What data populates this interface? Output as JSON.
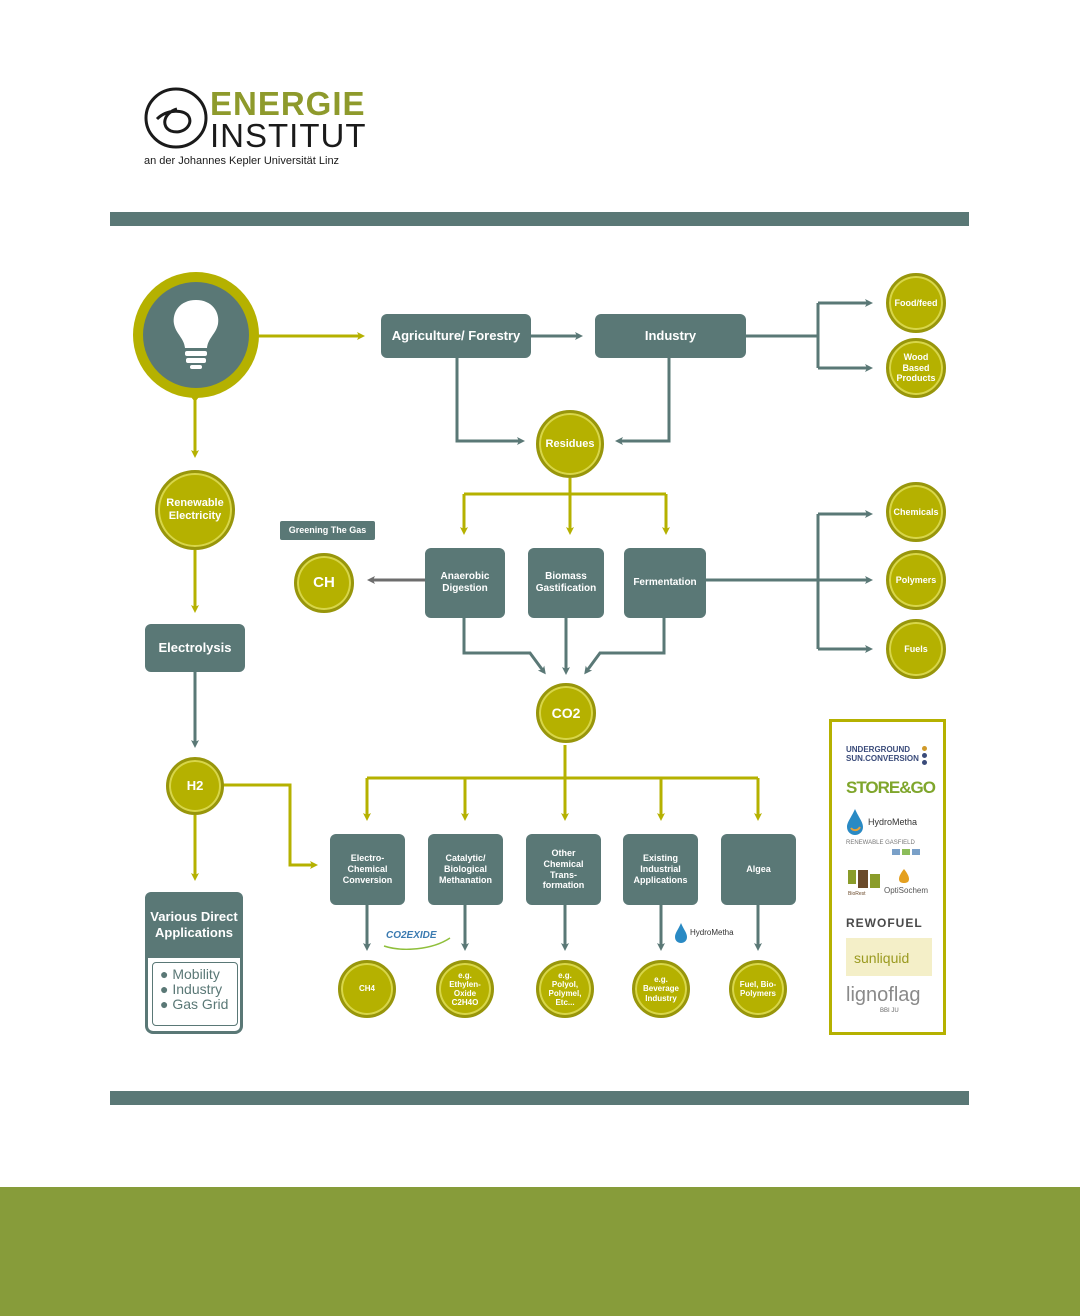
{
  "header": {
    "logo_line1": "ENERGIE",
    "logo_line2": "INSTITUT",
    "logo_subtitle": "an der Johannes Kepler Universität Linz"
  },
  "nodes": {
    "agriculture": "Agriculture/ Forestry",
    "industry": "Industry",
    "food_feed": "Food/feed",
    "wood_products": "Wood Based Products",
    "residues": "Residues",
    "renewable_electricity": "Renewable Electricity",
    "greening_label": "Greening The Gas",
    "ch": "CH",
    "anaerobic": "Anaerobic Digestion",
    "biomass_gas": "Biomass Gastification",
    "fermentation": "Fermentation",
    "chemicals": "Chemicals",
    "polymers": "Polymers",
    "fuels": "Fuels",
    "electrolysis": "Electrolysis",
    "co2": "CO2",
    "h2": "H2",
    "electro_chemical": "Electro- Chemical Conversion",
    "catalytic": "Catalytic/ Biological Methanation",
    "other_chemical": "Other Chemical Trans- formation",
    "existing_industrial": "Existing Industrial Applications",
    "algea": "Algea",
    "various": "Various Direct Applications",
    "apps": [
      "Mobility",
      "Industry",
      "Gas Grid"
    ],
    "ch4": "CH4",
    "ethylene": "e.g. Ethylen- Oxide C2H4O",
    "polyol": "e.g. Polyol, Polymel, Etc...",
    "beverage": "e.g. Beverage Industry",
    "fuel_bio": "Fuel, Bio- Polymers"
  },
  "logos": {
    "coexide": "CO2EXIDE",
    "hydrometha_small": "HydroMetha"
  },
  "partners": [
    "UNDERGROUND SUN.CONVERSION",
    "STORE&GO",
    "HydroMetha",
    "RENEWABLE GASFIELD",
    "BioRest",
    "OptiSochem",
    "REWOFUEL",
    "sunliquid",
    "lignoflag",
    "BBI JU"
  ],
  "colors": {
    "teal": "#5a7876",
    "olive": "#b5b100",
    "footer": "#879c3a"
  }
}
